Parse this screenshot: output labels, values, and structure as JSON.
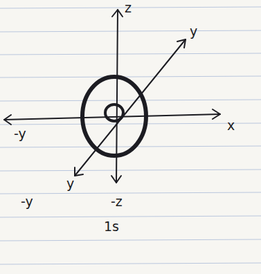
{
  "diagram": {
    "labels": [
      "z",
      "y",
      "x",
      "-y",
      "y",
      "-y",
      "-z",
      "1s"
    ]
  }
}
